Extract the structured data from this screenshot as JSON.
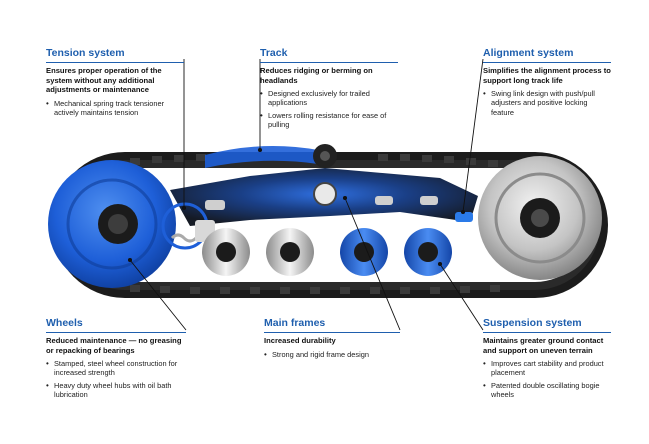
{
  "colors": {
    "accent_blue": "#1f5fae",
    "component_blue": "#1e5fd8",
    "track_black": "#1c1c1c",
    "steel_grey": "#b9b9b9"
  },
  "callouts": {
    "tension": {
      "title": "Tension system",
      "summary": "Ensures proper operation of the system without any additional adjustments or maintenance",
      "bullets": [
        "Mechanical spring track tensioner actively maintains tension"
      ]
    },
    "track": {
      "title": "Track",
      "summary": "Reduces ridging or berming on headlands",
      "bullets": [
        "Designed exclusively for trailed applications",
        "Lowers rolling resistance for ease of pulling"
      ]
    },
    "alignment": {
      "title": "Alignment system",
      "summary": "Simplifies the alignment process to support long track life",
      "bullets": [
        "Swing link design with push/pull adjusters and positive locking feature"
      ]
    },
    "wheels": {
      "title": "Wheels",
      "summary": "Reduced maintenance — no greasing or repacking of bearings",
      "bullets": [
        "Stamped, steel wheel construction for increased strength",
        "Heavy duty wheel hubs with oil bath lubrication"
      ]
    },
    "frames": {
      "title": "Main frames",
      "summary": "Increased durability",
      "bullets": [
        "Strong and rigid frame design"
      ]
    },
    "suspension": {
      "title": "Suspension system",
      "summary": "Maintains greater ground contact and support on uneven terrain",
      "bullets": [
        "Improves cart stability and product placement",
        "Patented double oscillating bogie wheels"
      ]
    }
  }
}
